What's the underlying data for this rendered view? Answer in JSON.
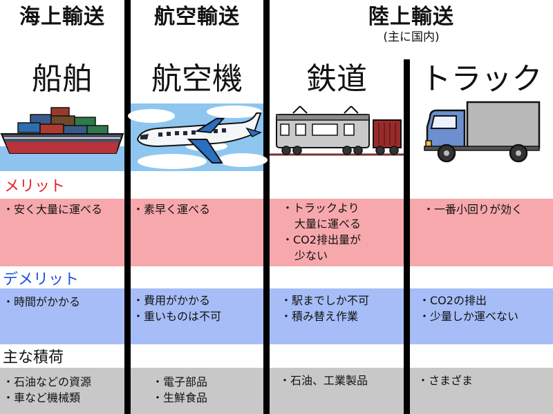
{
  "categories": [
    {
      "title": "海上輸送",
      "subtitle": ""
    },
    {
      "title": "航空輸送",
      "subtitle": ""
    },
    {
      "title": "陸上輸送",
      "subtitle": "(主に国内)"
    }
  ],
  "vehicles": [
    "船舶",
    "航空機",
    "鉄道",
    "トラック"
  ],
  "icons": [
    "container-ship-icon",
    "airplane-icon",
    "train-icon",
    "truck-icon"
  ],
  "rows": {
    "merit": {
      "label": "メリット",
      "color": "#e8202a",
      "background": "#f7a8ac",
      "cells": [
        [
          "・安く大量に運べる"
        ],
        [
          "・素早く運べる"
        ],
        [
          "・トラックより",
          "大量に運べる",
          "・CO2排出量が",
          "少ない"
        ],
        [
          "・一番小回りが効く"
        ]
      ]
    },
    "demerit": {
      "label": "デメリット",
      "color": "#1a4fe0",
      "background": "#a7bdf7",
      "cells": [
        [
          "・時間がかかる"
        ],
        [
          "・費用がかかる",
          "・重いものは不可"
        ],
        [
          "・駅までしか不可",
          "・積み替え作業"
        ],
        [
          "・CO2の排出",
          "・少量しか運べない"
        ]
      ]
    },
    "cargo": {
      "label": "主な積荷",
      "color": "#111111",
      "background": "#c8c8c8",
      "cells": [
        [
          "・石油などの資源",
          "・車など機械類"
        ],
        [
          "・電子部品",
          "・生鮮食品"
        ],
        [
          "・石油、工業製品"
        ],
        [
          "・さまざま"
        ]
      ]
    }
  }
}
